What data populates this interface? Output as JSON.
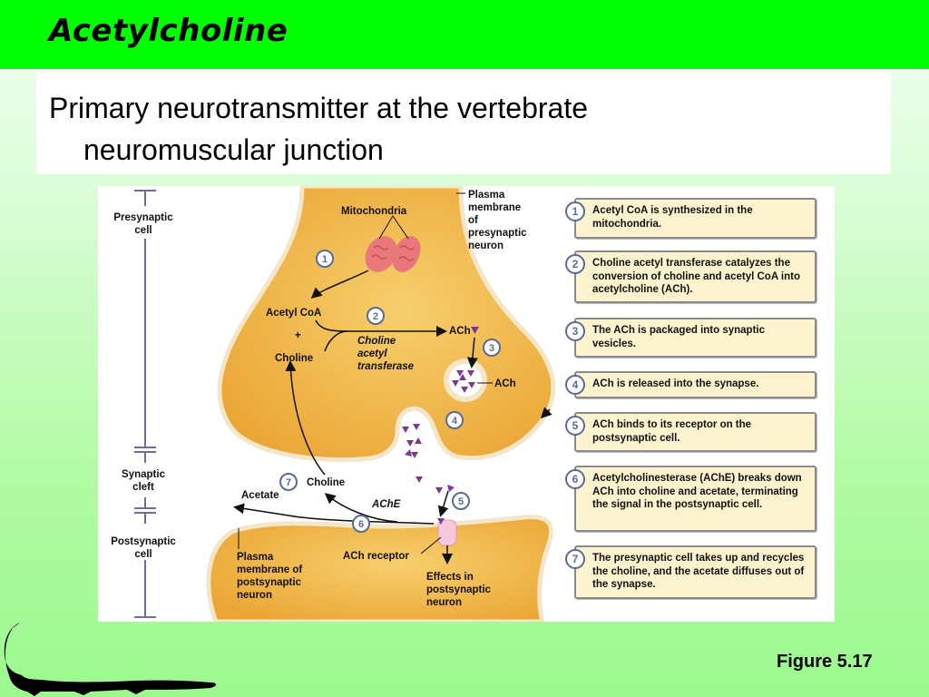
{
  "slide": {
    "title": "Acetylcholine",
    "subtitle_line1": "Primary neurotransmitter at the vertebrate",
    "subtitle_line2": "neuromuscular junction",
    "figure_caption": "Figure 5.17",
    "colors": {
      "title_bar": "#00ff00",
      "background_bottom": "#9cf98e",
      "cell_fill": "#f0b23c",
      "ach_molecule": "#7b3a8e",
      "step_box_fill": "#fdf3cf",
      "mitochondria": "#e8787a"
    }
  },
  "diagram": {
    "region_scale": {
      "presynaptic": "Presynaptic cell",
      "presynaptic_l1": "Presynaptic",
      "presynaptic_l2": "cell",
      "cleft_l1": "Synaptic",
      "cleft_l2": "cleft",
      "postsynaptic_l1": "Postsynaptic",
      "postsynaptic_l2": "cell"
    },
    "labels": {
      "mitochondria": "Mitochondria",
      "plasma_pre_l1": "Plasma",
      "plasma_pre_l2": "membrane",
      "plasma_pre_l3": "of",
      "plasma_pre_l4": "presynaptic",
      "plasma_pre_l5": "neuron",
      "acetyl_coa": "Acetyl CoA",
      "plus": "+",
      "choline": "Choline",
      "enzyme_l1": "Choline",
      "enzyme_l2": "acetyl",
      "enzyme_l3": "transferase",
      "ach_1": "ACh",
      "ach_2": "ACh",
      "choline_cleft": "Choline",
      "acetate": "Acetate",
      "ache": "AChE",
      "ach_receptor": "ACh receptor",
      "plasma_post_l1": "Plasma",
      "plasma_post_l2": "membrane of",
      "plasma_post_l3": "postsynaptic",
      "plasma_post_l4": "neuron",
      "effects_l1": "Effects in",
      "effects_l2": "postsynaptic",
      "effects_l3": "neuron"
    },
    "step_markers": [
      "1",
      "2",
      "3",
      "4",
      "5",
      "6",
      "7"
    ]
  },
  "steps": [
    {
      "num": "1",
      "text": "Acetyl CoA is synthesized in the mitochondria."
    },
    {
      "num": "2",
      "text": "Choline acetyl transferase catalyzes the conversion of choline and acetyl CoA into acetylcholine (ACh)."
    },
    {
      "num": "3",
      "text": "The ACh is packaged into synaptic vesicles."
    },
    {
      "num": "4",
      "text": "ACh is released into the synapse."
    },
    {
      "num": "5",
      "text": "ACh binds to its receptor on the postsynaptic cell."
    },
    {
      "num": "6",
      "text": "Acetylcholinesterase (AChE) breaks down ACh into choline and acetate, terminating the signal in the postsynaptic cell."
    },
    {
      "num": "7",
      "text": "The presynaptic cell takes up and recycles the choline, and the acetate diffuses out of the synapse."
    }
  ]
}
